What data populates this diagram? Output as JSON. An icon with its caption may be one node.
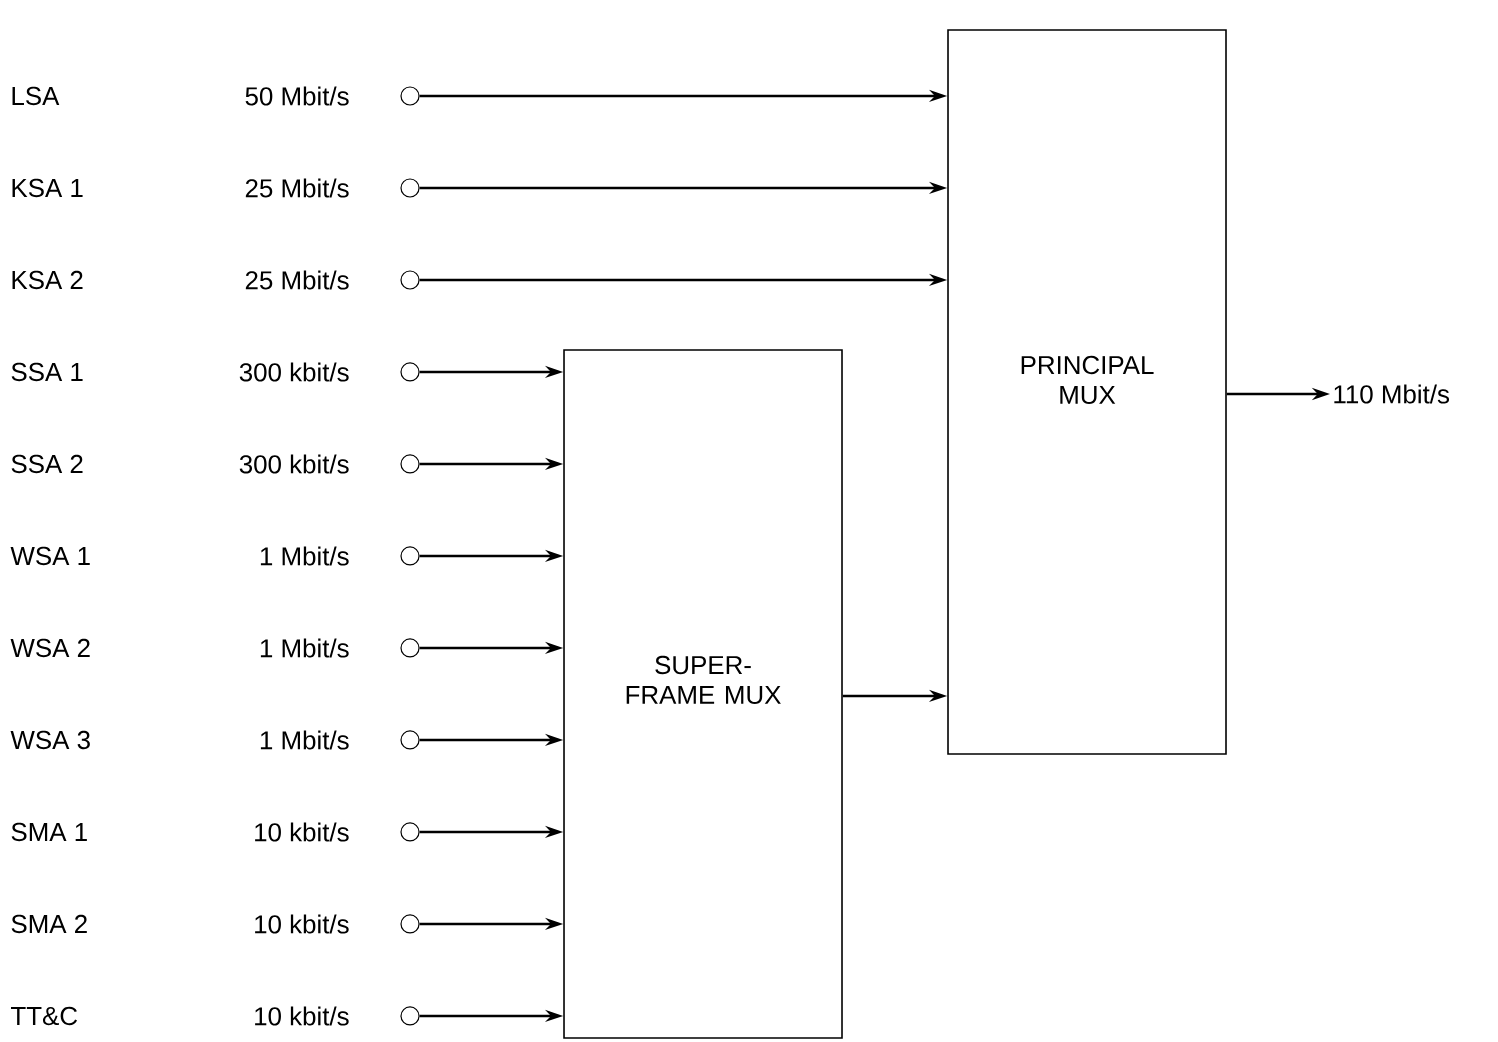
{
  "diagram": {
    "nodes": [
      {
        "text": [],
        "shape": "circle",
        "beside": [
          "50 Mbit/s"
        ]
      },
      {
        "text": [],
        "shape": "circle",
        "beside": [
          "25 Mbit/s"
        ]
      },
      {
        "text": [],
        "shape": "circle",
        "beside": [
          "25 Mbit/s"
        ]
      },
      {
        "text": [],
        "shape": "circle",
        "beside": [
          "300 kbit/s"
        ]
      },
      {
        "text": [],
        "shape": "circle",
        "beside": [
          "300 kbit/s"
        ]
      },
      {
        "text": [],
        "shape": "circle",
        "beside": [
          "1 Mbit/s"
        ]
      },
      {
        "text": [],
        "shape": "circle",
        "beside": [
          "1 Mbit/s"
        ]
      },
      {
        "text": [],
        "shape": "circle",
        "beside": [
          "1 Mbit/s"
        ]
      },
      {
        "text": [],
        "shape": "circle",
        "beside": [
          "10 kbit/s"
        ]
      },
      {
        "text": [],
        "shape": "circle",
        "beside": [
          "10 kbit/s"
        ]
      },
      {
        "text": [],
        "shape": "circle",
        "beside": [
          "10 kbit/s"
        ]
      },
      {
        "text": [
          "SUPER-FRAME MUX"
        ]
      },
      {
        "text": [
          "PRINCIPAL MUX"
        ]
      },
      {
        "text": [
          "110 Mbit/s"
        ]
      }
    ],
    "edges": [
      {
        "from": 0,
        "to": 12,
        "arrow": "to"
      },
      {
        "from": 1,
        "to": 12,
        "arrow": "to"
      },
      {
        "from": 2,
        "to": 12,
        "arrow": "to"
      },
      {
        "from": 3,
        "to": 11,
        "arrow": "to"
      },
      {
        "from": 4,
        "to": 11,
        "arrow": "to"
      },
      {
        "from": 5,
        "to": 11,
        "arrow": "to"
      },
      {
        "from": 6,
        "to": 11,
        "arrow": "to"
      },
      {
        "from": 7,
        "to": 11,
        "arrow": "to"
      },
      {
        "from": 8,
        "to": 11,
        "arrow": "to"
      },
      {
        "from": 9,
        "to": 11,
        "arrow": "to"
      },
      {
        "from": 10,
        "to": 11,
        "arrow": "to"
      },
      {
        "from": 11,
        "to": 12,
        "arrow": "to"
      },
      {
        "from": 12,
        "to": 13,
        "arrow": "to"
      }
    ],
    "labels": [
      "LSA",
      "KSA 1",
      "KSA 2",
      "SSA 1",
      "SSA 2",
      "WSA 1",
      "WSA 2",
      "WSA 3",
      "SMA 1",
      "SMA 2",
      "TT&C"
    ]
  }
}
